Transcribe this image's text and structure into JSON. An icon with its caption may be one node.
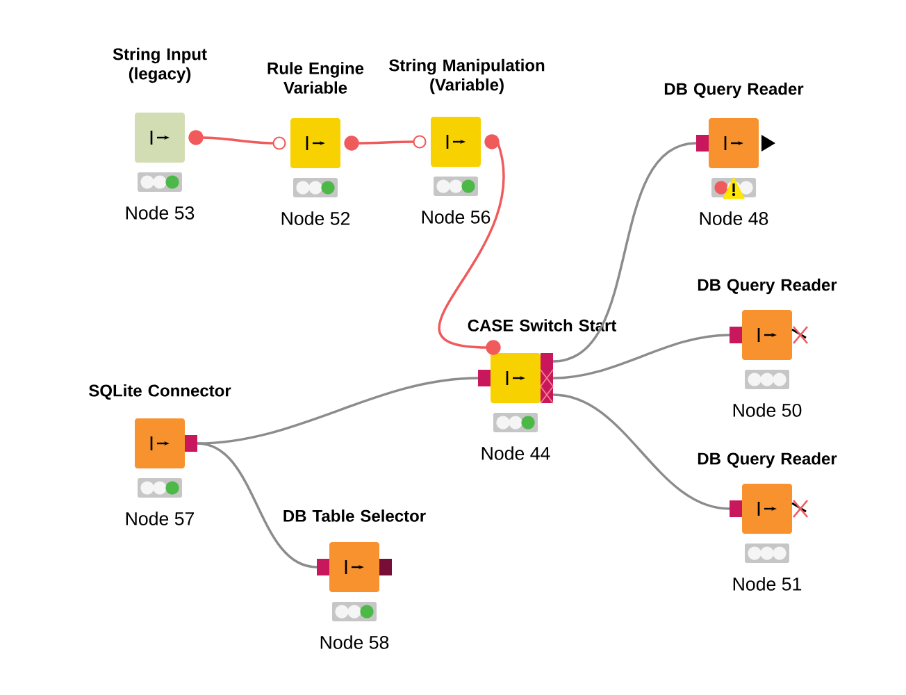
{
  "diagram": {
    "nodes": [
      {
        "text": [
          "String Input (legacy)"
        ],
        "beside": [
          "Node 53"
        ]
      },
      {
        "text": [
          "Rule Engine Variable"
        ],
        "beside": [
          "Node 52"
        ]
      },
      {
        "text": [
          "String Manipulation (Variable)"
        ],
        "beside": [
          "Node 56"
        ]
      },
      {
        "text": [
          "DB Query Reader"
        ],
        "beside": [
          "Node 48"
        ]
      },
      {
        "text": [
          "CASE Switch Start"
        ],
        "beside": [
          "Node 44"
        ]
      },
      {
        "text": [
          "DB Query Reader"
        ],
        "beside": [
          "Node 50"
        ]
      },
      {
        "text": [
          "SQLite Connector"
        ],
        "beside": [
          "Node 57"
        ]
      },
      {
        "text": [
          "DB Query Reader"
        ],
        "beside": [
          "Node 51"
        ]
      },
      {
        "text": [
          "DB Table Selector"
        ],
        "beside": [
          "Node 58"
        ]
      }
    ],
    "edges": [
      {
        "from": 0,
        "to": 1,
        "arrow": "none",
        "color": "#f05a5a"
      },
      {
        "from": 1,
        "to": 2,
        "arrow": "none",
        "color": "#f05a5a"
      },
      {
        "from": 2,
        "to": 4,
        "arrow": "none",
        "color": "#f05a5a"
      },
      {
        "from": 6,
        "to": 4,
        "arrow": "none"
      },
      {
        "from": 6,
        "to": 8,
        "arrow": "none"
      },
      {
        "from": 4,
        "to": 3,
        "arrow": "none"
      },
      {
        "from": 4,
        "to": 5,
        "arrow": "none"
      },
      {
        "from": 4,
        "to": 7,
        "arrow": "none"
      }
    ]
  }
}
